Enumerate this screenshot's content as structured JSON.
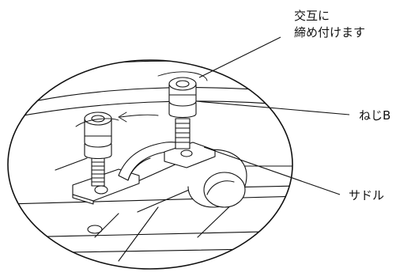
{
  "labels": {
    "tighten_line1": "交互に",
    "tighten_line2": "締め付けます",
    "screw": "ねじB",
    "saddle": "サドル"
  },
  "colors": {
    "ink": "#111111",
    "background": "#ffffff"
  }
}
